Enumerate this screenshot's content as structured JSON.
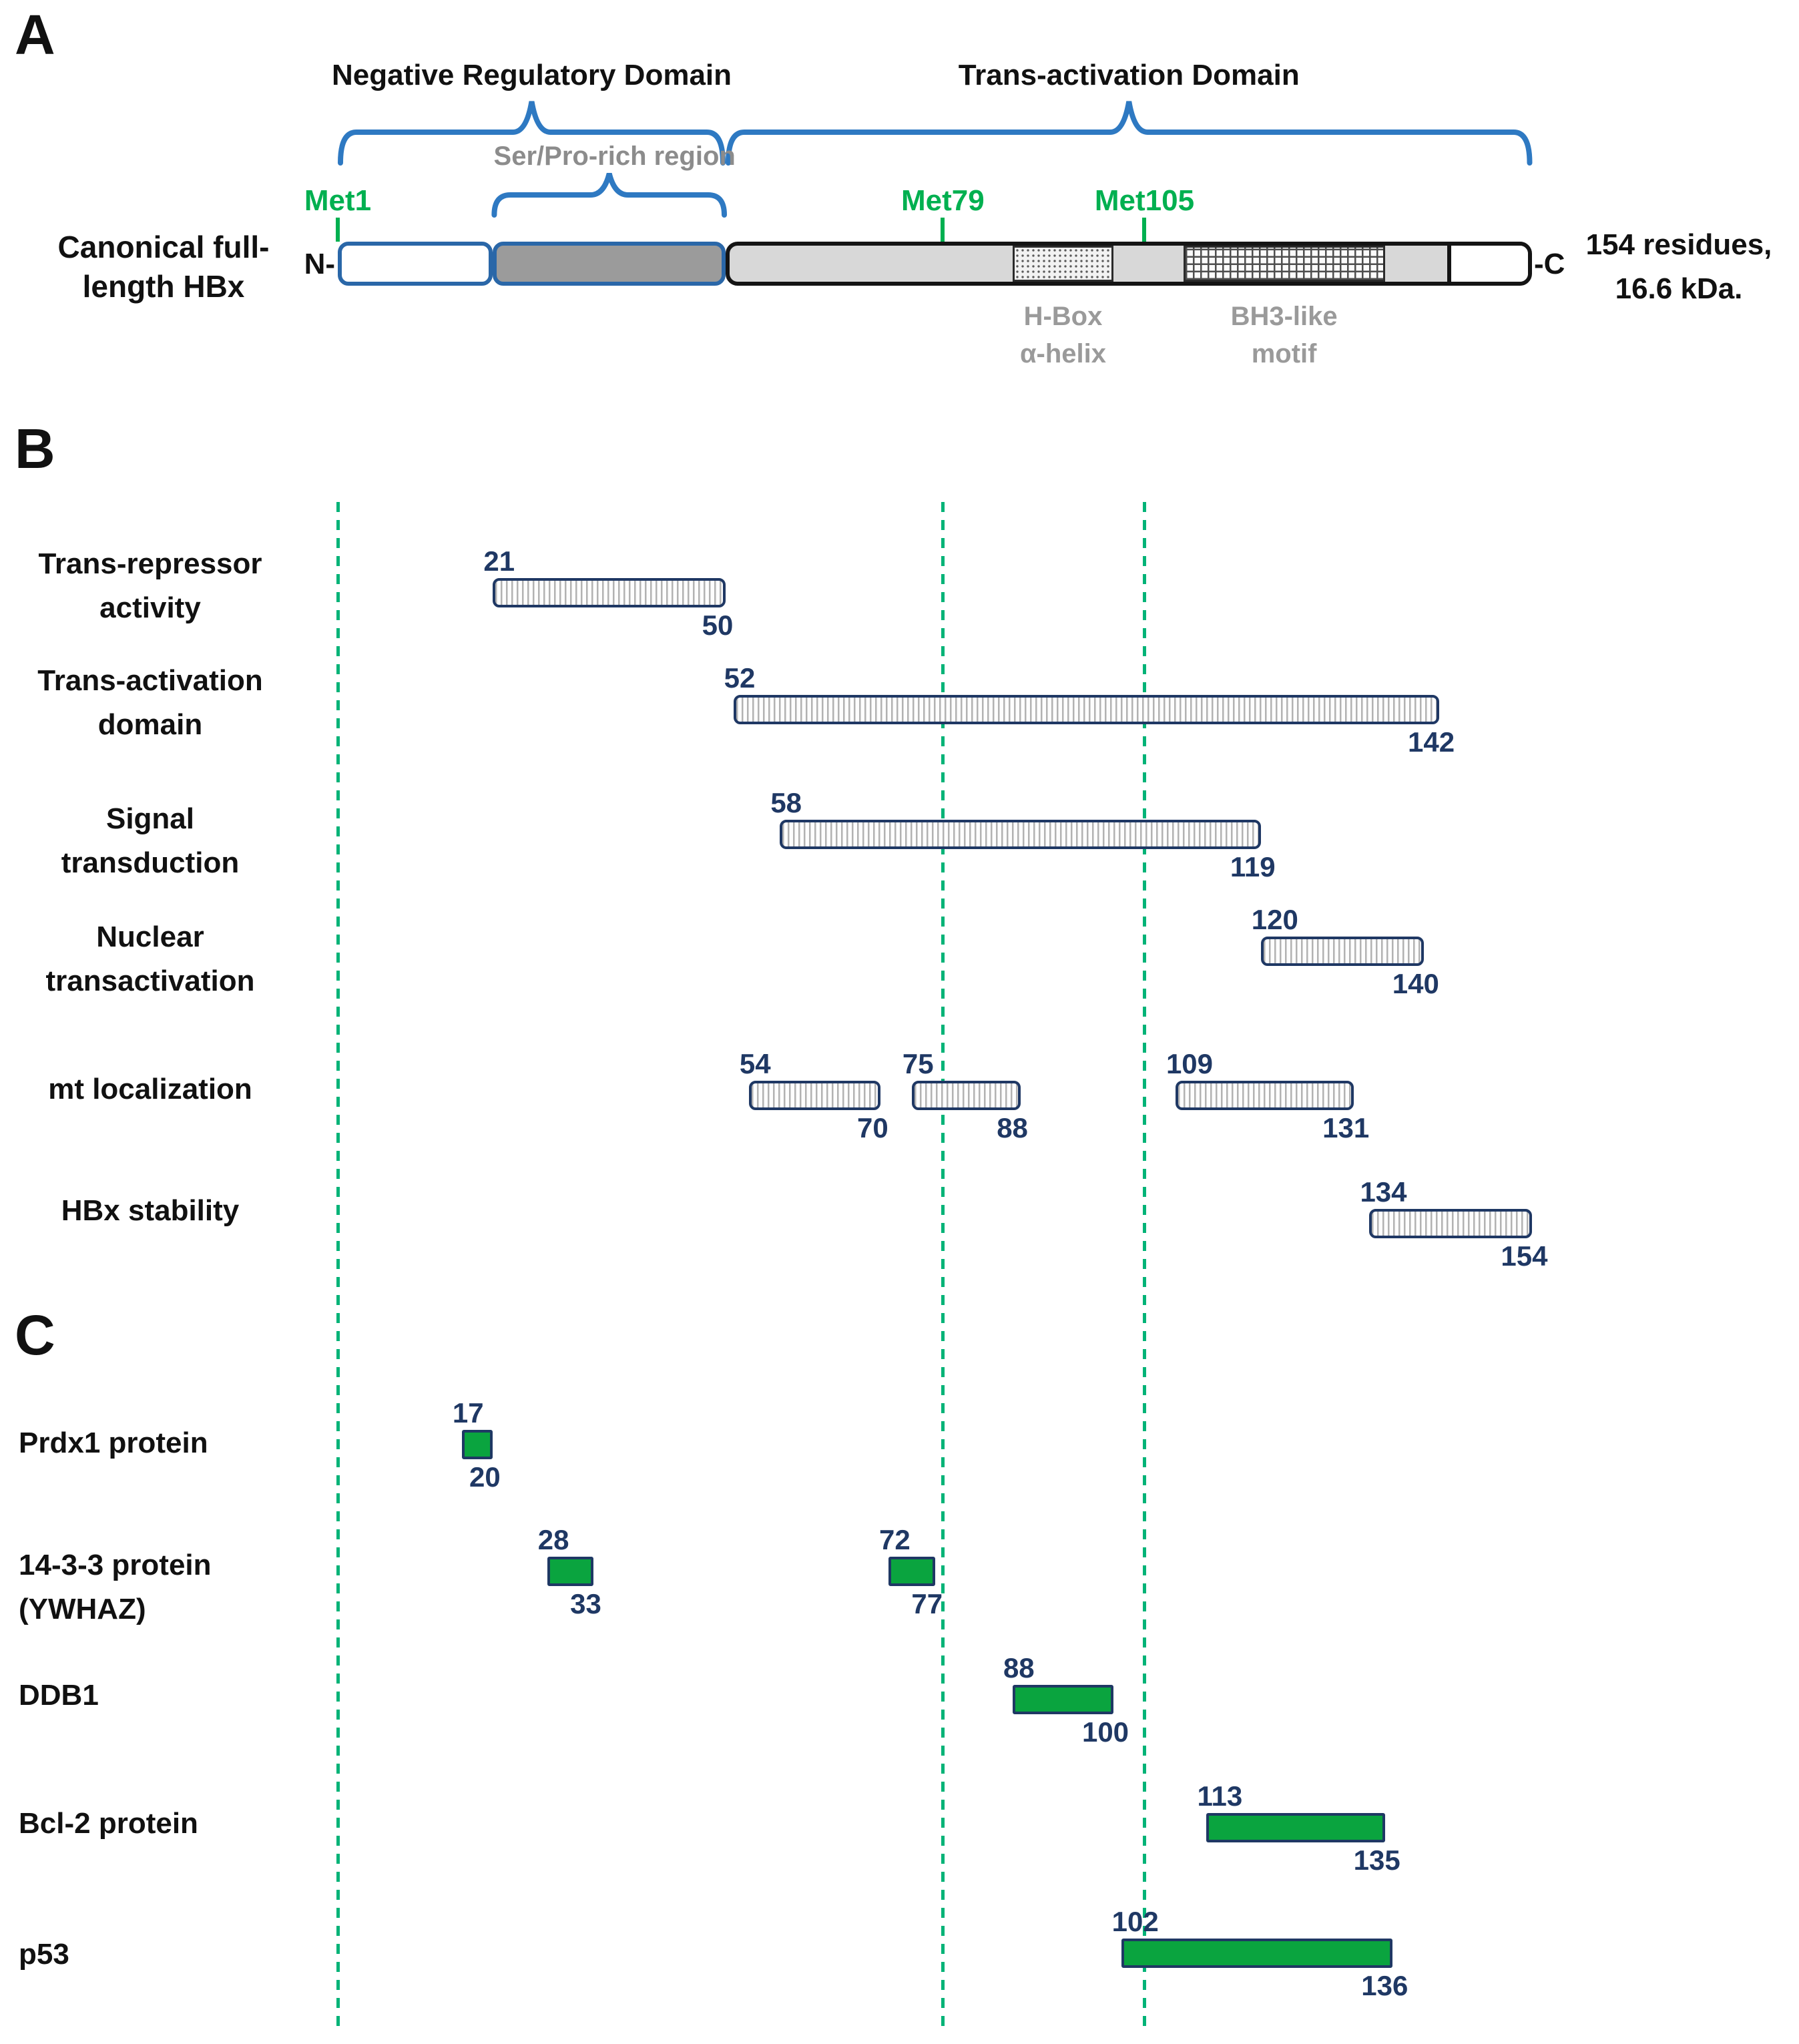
{
  "figure_colors": {
    "met_green": "#00b050",
    "guide_dash_green": "#00b377",
    "interaction_bar_green": "#0aa43f",
    "navy_outline": "#1f3864",
    "brace_blue": "#2e79c2",
    "segment_border_blue": "#2a67a8",
    "ser_pro_fill_gray": "#9b9b9b",
    "tad_fill_gray": "#d8d8d8",
    "gray_text": "#8c8c8c"
  },
  "panel_a": {
    "label": "A",
    "protein_name_lines": [
      "Canonical full-",
      "length HBx"
    ],
    "n_terminus": "N-",
    "c_terminus": "-C",
    "size_note_lines": [
      "154 residues,",
      "16.6 kDa."
    ],
    "total_residues": 154,
    "braces": [
      {
        "name": "negative-regulatory-domain",
        "label": "Negative Regulatory Domain",
        "start": 1,
        "end": 50,
        "size": "large"
      },
      {
        "name": "trans-activation-domain",
        "label": "Trans-activation Domain",
        "start": 51,
        "end": 154,
        "size": "large"
      },
      {
        "name": "ser-pro-rich-region",
        "label": "Ser/Pro-rich region",
        "start": 21,
        "end": 50,
        "size": "small"
      }
    ],
    "met_markers": [
      {
        "label": "Met1",
        "residue": 1
      },
      {
        "label": "Met79",
        "residue": 79
      },
      {
        "label": "Met105",
        "residue": 105
      }
    ],
    "segments": [
      {
        "name": "n-terminal-segment",
        "start": 1,
        "end": 20,
        "style": "seg-white"
      },
      {
        "name": "ser-pro-rich-segment",
        "start": 21,
        "end": 50,
        "style": "seg-dgray"
      },
      {
        "name": "trans-activation-segment",
        "start": 51,
        "end": 154,
        "style": "seg-lgray"
      }
    ],
    "motifs": [
      {
        "name": "h-box-alpha-helix",
        "label_lines": [
          "H-Box",
          "α-helix"
        ],
        "start": 88,
        "end": 100,
        "pattern": "pattern-dots"
      },
      {
        "name": "bh3-like-motif",
        "label_lines": [
          "BH3-like",
          "motif"
        ],
        "start": 110,
        "end": 135,
        "pattern": "pattern-checker"
      }
    ],
    "c_tail_start_residue": 144
  },
  "panel_b": {
    "label": "B",
    "rows": [
      {
        "name": "trans-repressor-activity",
        "label_lines": [
          "Trans-repressor",
          "activity"
        ],
        "ranges": [
          [
            21,
            50
          ]
        ]
      },
      {
        "name": "trans-activation-domain",
        "label_lines": [
          "Trans-activation",
          "domain"
        ],
        "ranges": [
          [
            52,
            142
          ]
        ]
      },
      {
        "name": "signal-transduction",
        "label_lines": [
          "Signal",
          "transduction"
        ],
        "ranges": [
          [
            58,
            119
          ]
        ]
      },
      {
        "name": "nuclear-transactivation",
        "label_lines": [
          "Nuclear",
          "transactivation"
        ],
        "ranges": [
          [
            120,
            140
          ]
        ]
      },
      {
        "name": "mt-localization",
        "label_lines": [
          "mt localization"
        ],
        "ranges": [
          [
            54,
            70
          ],
          [
            75,
            88
          ],
          [
            109,
            131
          ]
        ]
      },
      {
        "name": "hbx-stability",
        "label_lines": [
          "HBx stability"
        ],
        "ranges": [
          [
            134,
            154
          ]
        ]
      }
    ]
  },
  "panel_c": {
    "label": "C",
    "rows": [
      {
        "name": "prdx1-protein",
        "label_lines": [
          "Prdx1 protein"
        ],
        "ranges": [
          [
            17,
            20
          ]
        ]
      },
      {
        "name": "14-3-3-protein-ywhaz",
        "label_lines": [
          "14-3-3 protein",
          "(YWHAZ)"
        ],
        "ranges": [
          [
            28,
            33
          ],
          [
            72,
            77
          ]
        ]
      },
      {
        "name": "ddb1",
        "label_lines": [
          "DDB1"
        ],
        "ranges": [
          [
            88,
            100
          ]
        ]
      },
      {
        "name": "bcl-2-protein",
        "label_lines": [
          "Bcl-2 protein"
        ],
        "ranges": [
          [
            113,
            135
          ]
        ]
      },
      {
        "name": "p53",
        "label_lines": [
          "p53"
        ],
        "ranges": [
          [
            102,
            136
          ]
        ]
      }
    ]
  }
}
